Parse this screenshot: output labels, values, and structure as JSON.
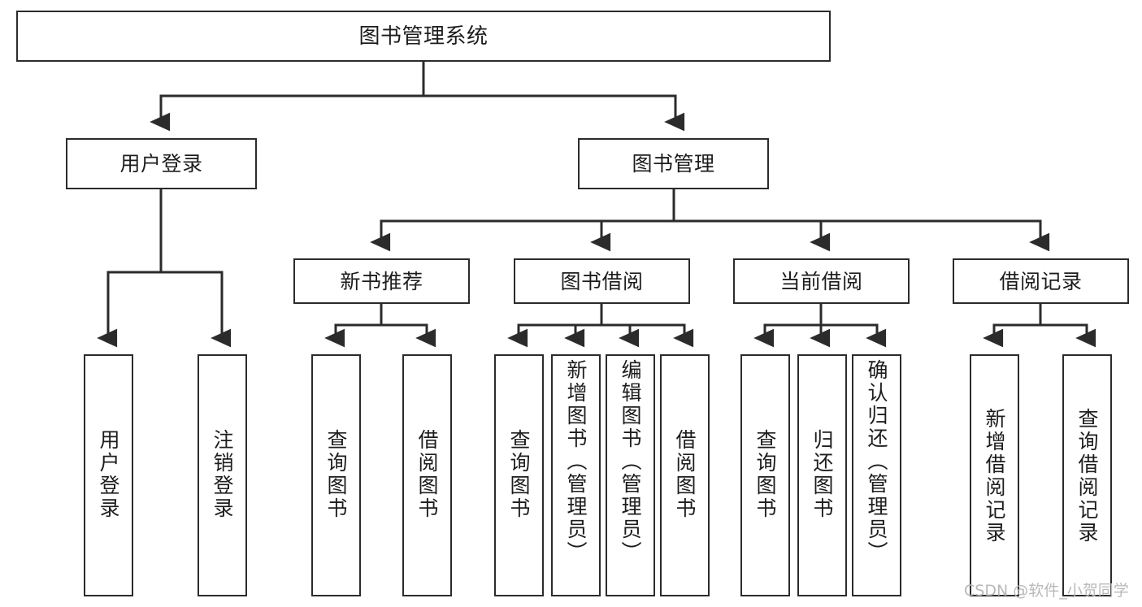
{
  "diagram": {
    "title": "图书管理系统",
    "watermark": "CSDN @软件_小贺同学",
    "colors": {
      "stroke": "#2b2b2b",
      "fill": "#ffffff",
      "text": "#1d1d1d",
      "watermark": "#b9b9b9"
    },
    "nodes": {
      "root": {
        "label": "图书管理系统"
      },
      "level2": [
        {
          "label": "用户登录"
        },
        {
          "label": "图书管理"
        }
      ],
      "level3": [
        {
          "label": "新书推荐"
        },
        {
          "label": "图书借阅"
        },
        {
          "label": "当前借阅"
        },
        {
          "label": "借阅记录"
        }
      ],
      "leaves": {
        "user_login": [
          {
            "label": "用户登录"
          },
          {
            "label": "注销登录"
          }
        ],
        "new_book": [
          {
            "label": "查询图书"
          },
          {
            "label": "借阅图书"
          }
        ],
        "book_borrow": [
          {
            "label": "查询图书"
          },
          {
            "label": "新增图书（管理员）"
          },
          {
            "label": "编辑图书（管理员）"
          },
          {
            "label": "借阅图书"
          }
        ],
        "current_borrow": [
          {
            "label": "查询图书"
          },
          {
            "label": "归还图书"
          },
          {
            "label": "确认归还（管理员）"
          }
        ],
        "borrow_record": [
          {
            "label": "新增借阅记录"
          },
          {
            "label": "查询借阅记录"
          }
        ]
      }
    }
  }
}
